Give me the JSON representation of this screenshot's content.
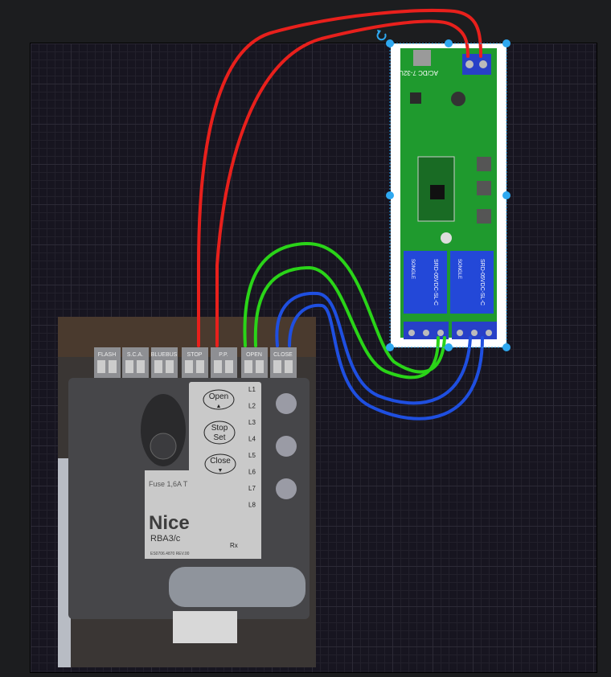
{
  "controller_photo": {
    "terminals": [
      "FLASH",
      "S.C.A.",
      "BLUEBUS",
      "STOP",
      "P.P.",
      "OPEN",
      "CLOSE"
    ],
    "buttons": [
      {
        "line1": "Open",
        "line2": "▲"
      },
      {
        "line1": "Stop",
        "line2": "Set"
      },
      {
        "line1": "Close",
        "line2": "▼"
      }
    ],
    "leds": [
      "L1",
      "L2",
      "L3",
      "L4",
      "L5",
      "L6",
      "L7",
      "L8"
    ],
    "fuse_label": "Fuse 1,6A T",
    "brand": "Nice",
    "model": "RBA3/c",
    "rx_label": "Rx",
    "part_number": "ES0706.4870 REV.00"
  },
  "relay_board": {
    "power_label": "AC/DC 7-32U",
    "relay_label": "SRD-05VDC-SL-C",
    "relay_brand": "SONGLE"
  },
  "wire_colors": {
    "red": "#e8201c",
    "green": "#2ad418",
    "blue": "#1f4fe0"
  },
  "selection_color": "#2ea8f0"
}
